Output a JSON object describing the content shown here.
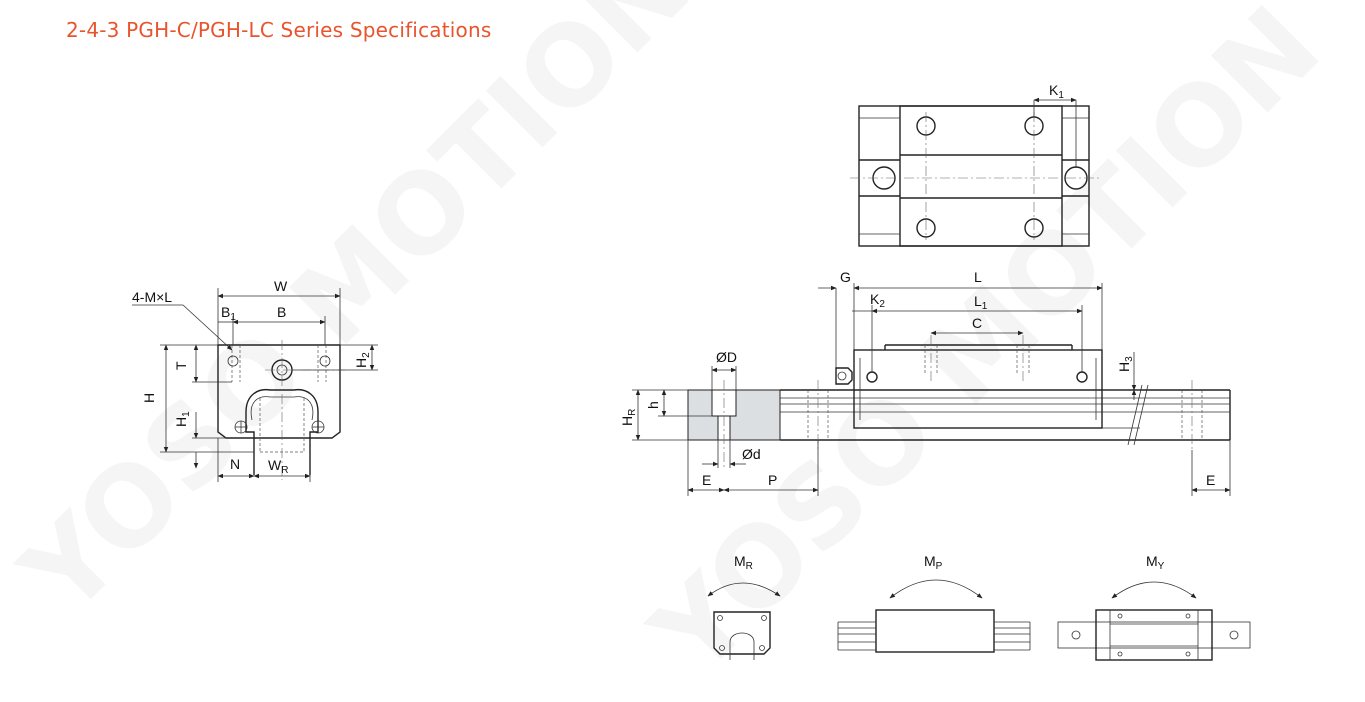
{
  "page": {
    "title": "2-4-3 PGH-C/PGH-LC Series Specifications"
  },
  "watermark": {
    "text": "YOSO MOTION"
  },
  "front_view": {
    "labels": {
      "w": "W",
      "b": "B",
      "b1": "B",
      "b1_sub": "1",
      "mxl": "4-M×L",
      "t": "T",
      "h": "H",
      "h1": "H",
      "h1_sub": "1",
      "h2": "H",
      "h2_sub": "2",
      "n": "N",
      "wr": "W",
      "wr_sub": "R"
    }
  },
  "top_view": {
    "labels": {
      "k1": "K",
      "k1_sub": "1"
    }
  },
  "side_view": {
    "labels": {
      "g": "G",
      "l": "L",
      "l1": "L",
      "l1_sub": "1",
      "k2": "K",
      "k2_sub": "2",
      "c": "C",
      "h3": "H",
      "h3_sub": "3",
      "od": "ØD",
      "hr": "H",
      "hr_sub": "R",
      "h": "h",
      "d": "Ød",
      "e_left": "E",
      "p": "P",
      "e_right": "E"
    }
  },
  "moments": [
    {
      "name": "M",
      "sub": "R"
    },
    {
      "name": "M",
      "sub": "P"
    },
    {
      "name": "M",
      "sub": "Y"
    }
  ],
  "colors": {
    "title": "#e8542d",
    "line": "#222222",
    "rail_fill": "#dcdfe2"
  }
}
